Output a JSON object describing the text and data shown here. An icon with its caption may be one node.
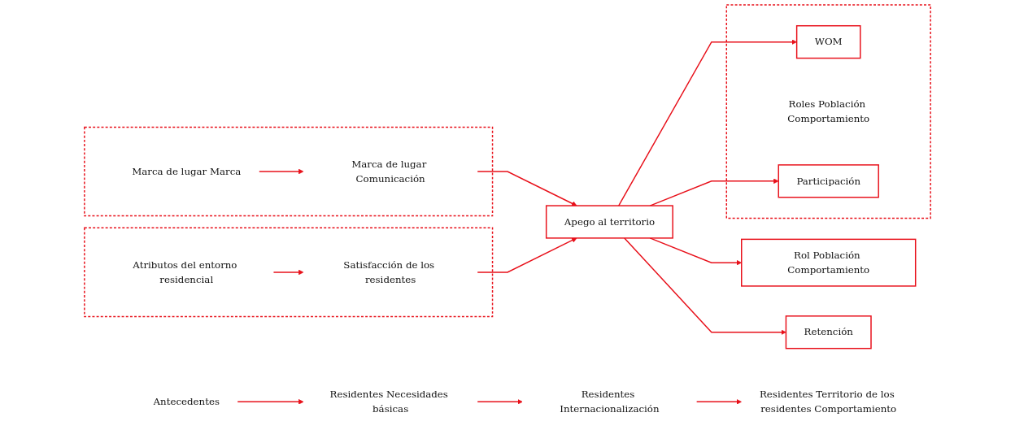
{
  "diagram": {
    "nodes": [
      {
        "text": [],
        "shape": "box"
      },
      {
        "text": [
          "Marca de lugar Marca"
        ],
        "in": 0
      },
      {
        "text": [
          "Marca de lugar Comunicación"
        ],
        "in": 0
      },
      {
        "text": [
          "Apego al territorio"
        ]
      },
      {
        "text": [],
        "shape": "box"
      },
      {
        "text": [
          "WOM"
        ],
        "in": 4
      },
      {
        "text": [
          "Roles Población Comportamiento"
        ],
        "in": 4
      },
      {
        "text": [
          "Participación"
        ],
        "in": 4
      },
      {
        "text": [
          "Rol Población Comportamiento"
        ]
      },
      {
        "text": [
          "Retención"
        ]
      },
      {
        "text": [],
        "shape": "box"
      },
      {
        "text": [
          "Atributos del entorno residencial"
        ],
        "in": 10
      },
      {
        "text": [
          "Satisfacción de los residentes"
        ],
        "in": 10
      },
      {
        "text": [
          "Antecedentes"
        ]
      },
      {
        "text": [
          "Residentes Necesidades básicas"
        ]
      },
      {
        "text": [
          "Residentes Internacionalización"
        ]
      },
      {
        "text": [
          "Residentes Territorio de los residentes Comportamiento"
        ]
      }
    ],
    "edges": [
      {
        "from": 1,
        "to": 2,
        "arrow": "to"
      },
      {
        "from": 2,
        "to": 3,
        "arrow": "to"
      },
      {
        "from": 12,
        "to": 3,
        "arrow": "to"
      },
      {
        "from": 3,
        "to": 5,
        "arrow": "to"
      },
      {
        "from": 3,
        "to": 7,
        "arrow": "to"
      },
      {
        "from": 3,
        "to": 8,
        "arrow": "to"
      },
      {
        "from": 3,
        "to": 9,
        "arrow": "to"
      },
      {
        "from": 11,
        "to": 12,
        "arrow": "to"
      },
      {
        "from": 13,
        "to": 14,
        "arrow": "to"
      },
      {
        "from": 14,
        "to": 15,
        "arrow": "to"
      },
      {
        "from": 15,
        "to": 16,
        "arrow": "to"
      }
    ]
  }
}
